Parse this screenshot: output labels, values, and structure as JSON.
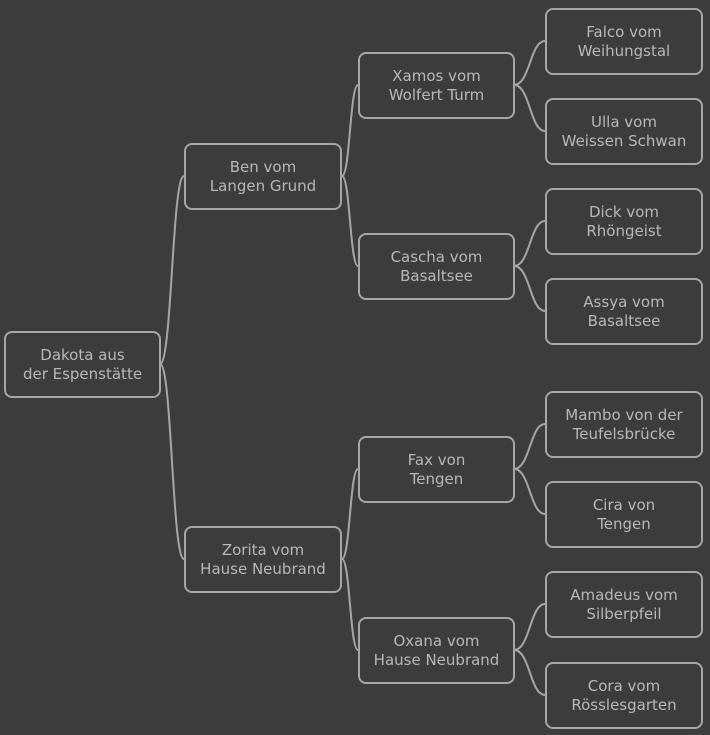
{
  "colors": {
    "background": "#3c3c3c",
    "border": "#a6a6a6",
    "text": "#b8b8b8"
  },
  "root": {
    "line1": "Dakota aus",
    "line2": "der Espenstätte"
  },
  "parents": [
    {
      "line1": "Ben vom",
      "line2": "Langen Grund"
    },
    {
      "line1": "Zorita vom",
      "line2": "Hause Neubrand"
    }
  ],
  "grandparents": [
    {
      "line1": "Xamos vom",
      "line2": "Wolfert Turm"
    },
    {
      "line1": "Cascha vom",
      "line2": "Basaltsee"
    },
    {
      "line1": "Fax von",
      "line2": "Tengen"
    },
    {
      "line1": "Oxana vom",
      "line2": "Hause Neubrand"
    }
  ],
  "great_grandparents": [
    {
      "line1": "Falco vom",
      "line2": "Weihungstal"
    },
    {
      "line1": "Ulla vom",
      "line2": "Weissen Schwan"
    },
    {
      "line1": "Dick vom",
      "line2": "Rhöngeist"
    },
    {
      "line1": "Assya vom",
      "line2": "Basaltsee"
    },
    {
      "line1": "Mambo von der",
      "line2": "Teufelsbrücke"
    },
    {
      "line1": "Cira von",
      "line2": "Tengen"
    },
    {
      "line1": "Amadeus vom",
      "line2": "Silberpfeil"
    },
    {
      "line1": "Cora vom",
      "line2": "Rösslesgarten"
    }
  ]
}
